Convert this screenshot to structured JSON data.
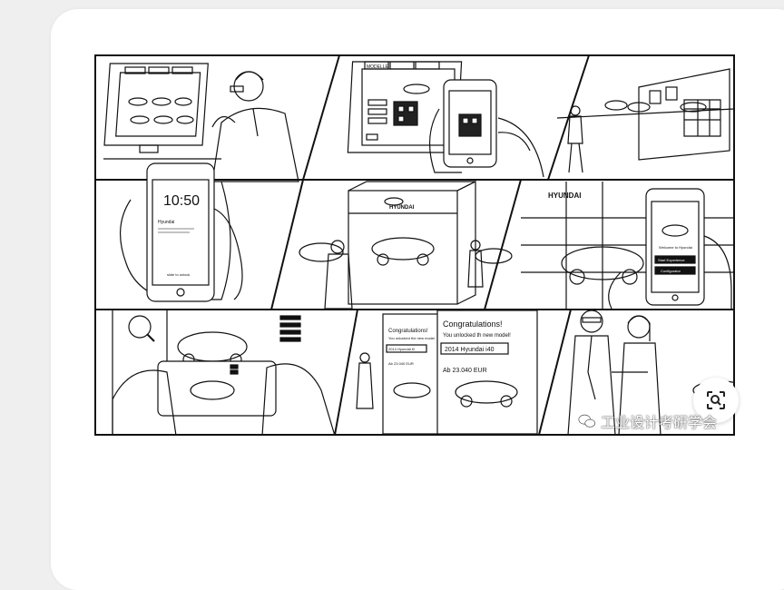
{
  "storyboard": {
    "brand_label": "HYUNDAI",
    "phone_time": "10:50",
    "phone_notification_app": "Hyundai",
    "phone_unlock_text": "slide to unlock",
    "app_welcome": "Welcome to Hyundai",
    "app_button_start": "Start Experience",
    "app_button_configure": "Configurator",
    "congrats_left_title": "Congratulations!",
    "congrats_left_sub": "You unlocked the new model",
    "congrats_left_model": "2014 Hyundai i0",
    "congrats_left_price": "Ab 23.040 EUR",
    "congrats_right_title": "Congratulations!",
    "congrats_right_sub": "You unlocked th new model!",
    "congrats_right_model": "2014 Hyundai i40",
    "congrats_right_price": "Ab 23.040 EUR",
    "monitor_tab": "MODELLE"
  },
  "watermark": {
    "text": "工业设计考研学会",
    "icon": "wechat-icon"
  },
  "lens_button": {
    "icon": "visual-search-icon"
  }
}
